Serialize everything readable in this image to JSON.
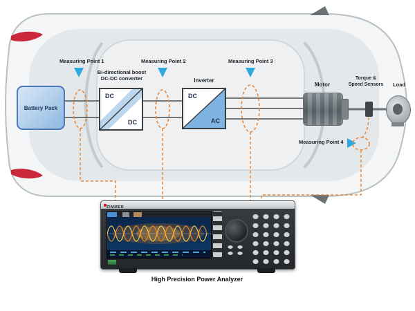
{
  "scene": {
    "measuring_points": [
      {
        "label": "Measuring Point 1"
      },
      {
        "label": "Measuring Point 2"
      },
      {
        "label": "Measuring Point 3"
      },
      {
        "label": "Measuring Point 4"
      }
    ],
    "components": {
      "battery_label": "Battery Pack",
      "dcdc_title": "Bi-directional boost\nDC-DC converter",
      "dcdc_input": "DC",
      "dcdc_output": "DC",
      "inverter_title": "Inverter",
      "inverter_input": "DC",
      "inverter_output": "AC",
      "motor_label": "Motor",
      "sensor_label": "Torque &\nSpeed Sensors",
      "load_label": "Load"
    },
    "analyzer": {
      "brand": "ZIMMER",
      "caption": "High Precision Power Analyzer"
    },
    "colors": {
      "dashed_orange": "#E8883A",
      "marker_blue": "#2FA8DC",
      "battery_blue": "#8FB8E0",
      "inverter_blue": "#7FB3E2",
      "taillight_red": "#C9293A"
    }
  }
}
